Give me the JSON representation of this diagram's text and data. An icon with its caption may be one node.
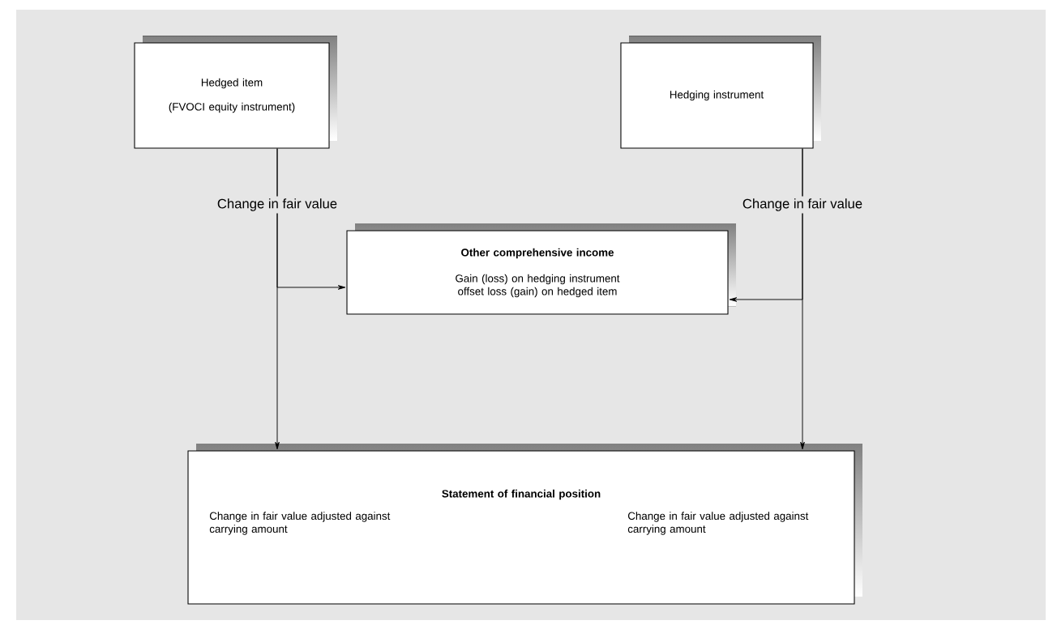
{
  "diagram": {
    "nodes": [
      {
        "text": [
          "Hedged item",
          "(FVOCI equity instrument)"
        ]
      },
      {
        "text": [
          "Hedging instrument"
        ]
      },
      {
        "text": [
          "Other comprehensive income",
          "Gain (loss) on hedging instrument offset loss (gain) on hedged item"
        ]
      },
      {
        "text": [
          "Statement of financial position",
          "Change in fair value adjusted against carrying amount",
          "Change in fair value adjusted against carrying amount"
        ]
      }
    ],
    "edges": [
      {
        "from": 0,
        "to": 3,
        "arrow": "to",
        "label": "Change in fair value"
      },
      {
        "from": 0,
        "to": 2,
        "arrow": "to"
      },
      {
        "from": 1,
        "to": 3,
        "arrow": "to",
        "label": "Change in fair value"
      },
      {
        "from": 1,
        "to": 2,
        "arrow": "to"
      }
    ]
  }
}
